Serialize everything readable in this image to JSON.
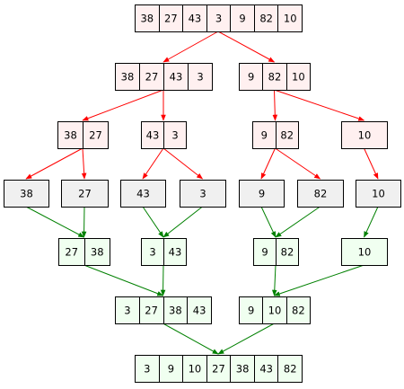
{
  "colors": {
    "split_fill": "#fff0f0",
    "leaf_fill": "#f0f0f0",
    "merge_fill": "#f0fff0",
    "split_arrow": "#ff0000",
    "merge_arrow": "#008000",
    "border": "#000000"
  },
  "nodes": {
    "n_root": [
      "38",
      "27",
      "43",
      "3",
      "9",
      "82",
      "10"
    ],
    "n_l": [
      "38",
      "27",
      "43",
      "3"
    ],
    "n_r": [
      "9",
      "82",
      "10"
    ],
    "n_ll": [
      "38",
      "27"
    ],
    "n_lr": [
      "43",
      "3"
    ],
    "n_rl": [
      "9",
      "82"
    ],
    "n_rr": [
      "10"
    ],
    "leaf_38": [
      "38"
    ],
    "leaf_27": [
      "27"
    ],
    "leaf_43": [
      "43"
    ],
    "leaf_3": [
      "3"
    ],
    "leaf_9": [
      "9"
    ],
    "leaf_82": [
      "82"
    ],
    "leaf_10": [
      "10"
    ],
    "m_ll": [
      "27",
      "38"
    ],
    "m_lr": [
      "3",
      "43"
    ],
    "m_rl": [
      "9",
      "82"
    ],
    "m_rr": [
      "10"
    ],
    "m_l": [
      "3",
      "27",
      "38",
      "43"
    ],
    "m_r": [
      "9",
      "10",
      "82"
    ],
    "m_root": [
      "3",
      "9",
      "10",
      "27",
      "38",
      "43",
      "82"
    ]
  }
}
